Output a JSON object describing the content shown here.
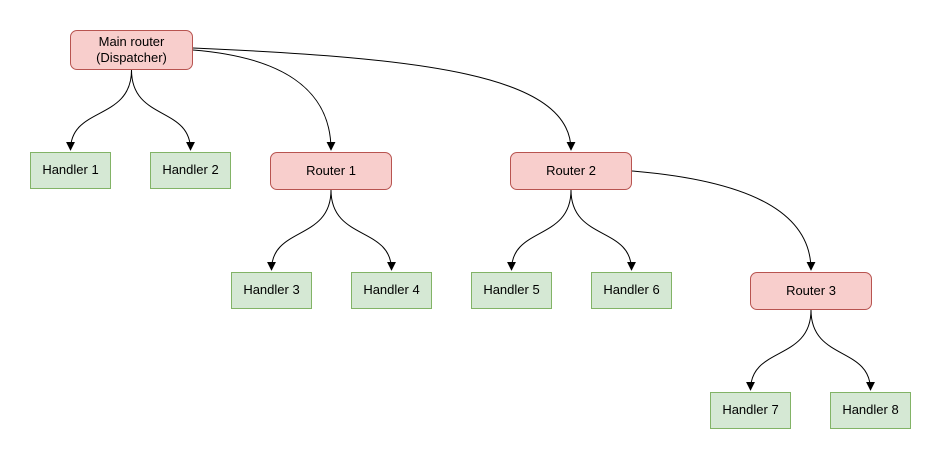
{
  "colors": {
    "router-fill": "#f8cecc",
    "router-stroke": "#b85450",
    "handler-fill": "#d5e8d4",
    "handler-stroke": "#82b366",
    "edge-stroke": "#000000",
    "text-color": "#000000"
  },
  "nodes": {
    "main_router": {
      "label": "Main router\n(Dispatcher)",
      "type": "router"
    },
    "handler1": {
      "label": "Handler 1",
      "type": "handler"
    },
    "handler2": {
      "label": "Handler 2",
      "type": "handler"
    },
    "router1": {
      "label": "Router 1",
      "type": "router"
    },
    "router2": {
      "label": "Router 2",
      "type": "router"
    },
    "handler3": {
      "label": "Handler 3",
      "type": "handler"
    },
    "handler4": {
      "label": "Handler 4",
      "type": "handler"
    },
    "handler5": {
      "label": "Handler 5",
      "type": "handler"
    },
    "handler6": {
      "label": "Handler 6",
      "type": "handler"
    },
    "router3": {
      "label": "Router 3",
      "type": "router"
    },
    "handler7": {
      "label": "Handler 7",
      "type": "handler"
    },
    "handler8": {
      "label": "Handler 8",
      "type": "handler"
    }
  },
  "edges": [
    {
      "from": "main_router",
      "to": "handler1"
    },
    {
      "from": "main_router",
      "to": "handler2"
    },
    {
      "from": "main_router",
      "to": "router1"
    },
    {
      "from": "main_router",
      "to": "router2"
    },
    {
      "from": "router1",
      "to": "handler3"
    },
    {
      "from": "router1",
      "to": "handler4"
    },
    {
      "from": "router2",
      "to": "handler5"
    },
    {
      "from": "router2",
      "to": "handler6"
    },
    {
      "from": "router2",
      "to": "router3"
    },
    {
      "from": "router3",
      "to": "handler7"
    },
    {
      "from": "router3",
      "to": "handler8"
    }
  ]
}
